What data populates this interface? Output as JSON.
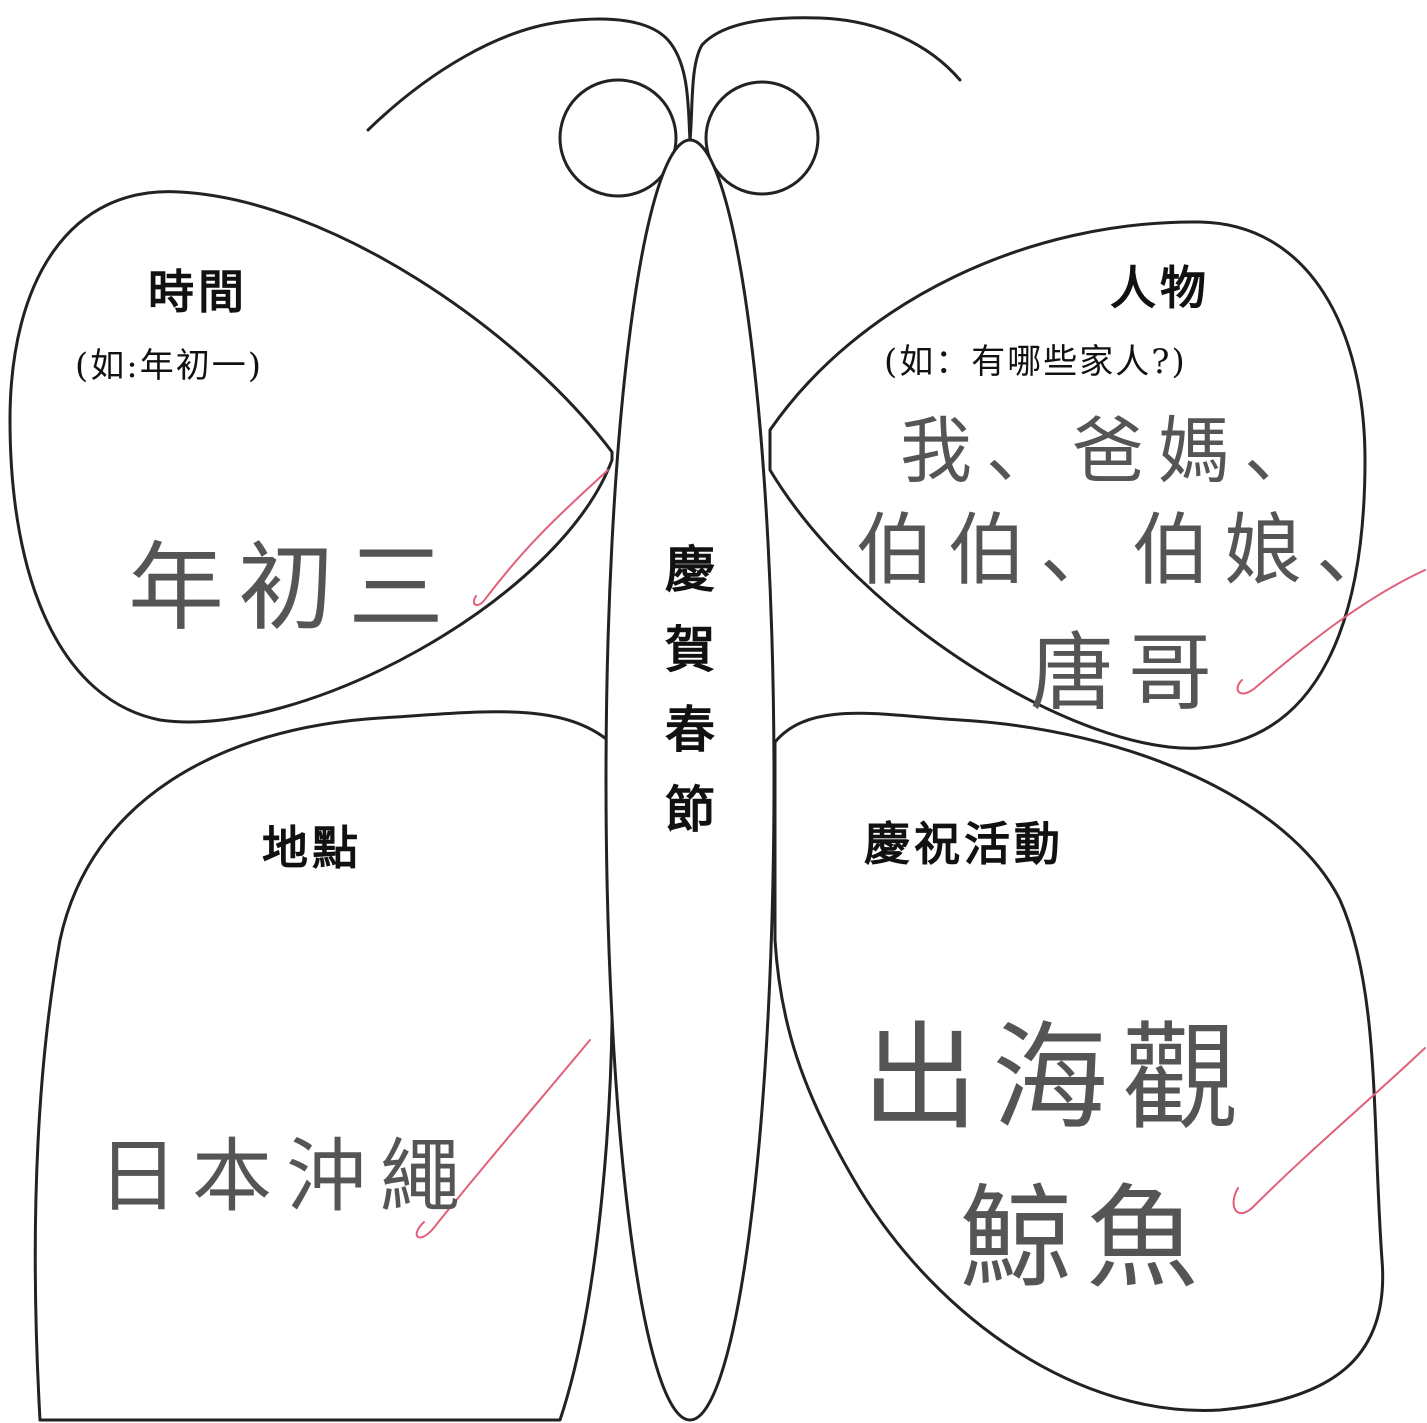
{
  "colors": {
    "ink": "#111111",
    "pencil": "#555555",
    "check_mark": "#e0607a"
  },
  "center": {
    "title": "慶賀春節"
  },
  "wings": {
    "top_left": {
      "label": "時間",
      "hint": "(如:年初一)",
      "answer": "年初三"
    },
    "top_right": {
      "label": "人物",
      "hint": "(如：有哪些家人?)",
      "answer_lines": [
        "我、爸媽、",
        "伯伯、伯娘、",
        "唐哥"
      ]
    },
    "bottom_left": {
      "label": "地點",
      "answer": "日本沖繩"
    },
    "bottom_right": {
      "label": "慶祝活動",
      "answer_lines": [
        "出海觀",
        "鯨魚"
      ]
    }
  }
}
